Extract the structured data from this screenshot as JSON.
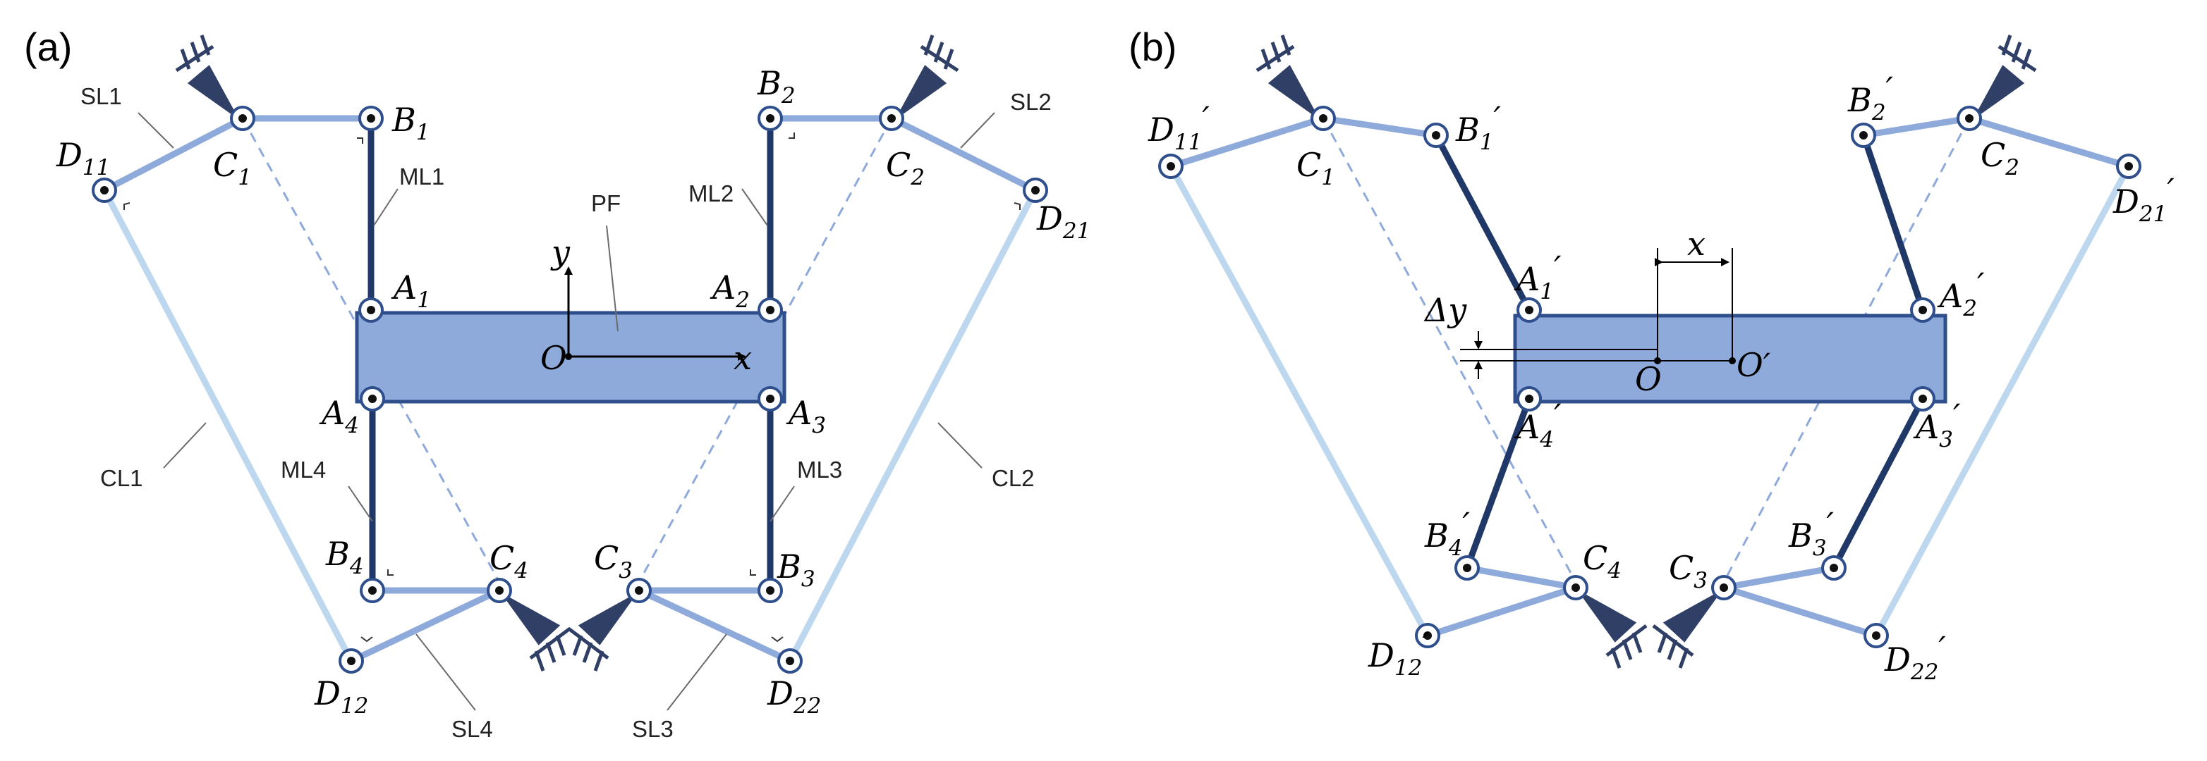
{
  "panels": [
    {
      "id": "a",
      "label": "(a)",
      "links": {
        "SL1": "SL1",
        "SL2": "SL2",
        "SL3": "SL3",
        "SL4": "SL4",
        "ML1": "ML1",
        "ML2": "ML2",
        "ML3": "ML3",
        "ML4": "ML4",
        "CL1": "CL1",
        "CL2": "CL2",
        "PF": "PF"
      },
      "points": {
        "A1": {
          "base": "A",
          "sub": "1",
          "prime": false
        },
        "A2": {
          "base": "A",
          "sub": "2",
          "prime": false
        },
        "A3": {
          "base": "A",
          "sub": "3",
          "prime": false
        },
        "A4": {
          "base": "A",
          "sub": "4",
          "prime": false
        },
        "B1": {
          "base": "B",
          "sub": "1",
          "prime": false
        },
        "B2": {
          "base": "B",
          "sub": "2",
          "prime": false
        },
        "B3": {
          "base": "B",
          "sub": "3",
          "prime": false
        },
        "B4": {
          "base": "B",
          "sub": "4",
          "prime": false
        },
        "C1": {
          "base": "C",
          "sub": "1",
          "prime": false
        },
        "C2": {
          "base": "C",
          "sub": "2",
          "prime": false
        },
        "C3": {
          "base": "C",
          "sub": "3",
          "prime": false
        },
        "C4": {
          "base": "C",
          "sub": "4",
          "prime": false
        },
        "D11": {
          "base": "D",
          "sub": "11",
          "prime": false
        },
        "D12": {
          "base": "D",
          "sub": "12",
          "prime": false
        },
        "D21": {
          "base": "D",
          "sub": "21",
          "prime": false
        },
        "D22": {
          "base": "D",
          "sub": "22",
          "prime": false
        }
      },
      "axes": {
        "x": "x",
        "y": "y",
        "origin": "O"
      }
    },
    {
      "id": "b",
      "label": "(b)",
      "points": {
        "A1": {
          "base": "A",
          "sub": "1",
          "prime": true
        },
        "A2": {
          "base": "A",
          "sub": "2",
          "prime": true
        },
        "A3": {
          "base": "A",
          "sub": "3",
          "prime": true
        },
        "A4": {
          "base": "A",
          "sub": "4",
          "prime": true
        },
        "B1": {
          "base": "B",
          "sub": "1",
          "prime": true
        },
        "B2": {
          "base": "B",
          "sub": "2",
          "prime": true
        },
        "B3": {
          "base": "B",
          "sub": "3",
          "prime": true
        },
        "B4": {
          "base": "B",
          "sub": "4",
          "prime": true
        },
        "C1": {
          "base": "C",
          "sub": "1",
          "prime": false
        },
        "C2": {
          "base": "C",
          "sub": "2",
          "prime": false
        },
        "C3": {
          "base": "C",
          "sub": "3",
          "prime": false
        },
        "C4": {
          "base": "C",
          "sub": "4",
          "prime": false
        },
        "D11": {
          "base": "D",
          "sub": "11",
          "prime": true
        },
        "D12": {
          "base": "D",
          "sub": "12",
          "prime": true
        },
        "D21": {
          "base": "D",
          "sub": "21",
          "prime": true
        },
        "D22": {
          "base": "D",
          "sub": "22",
          "prime": true
        }
      },
      "dims": {
        "x": "x",
        "dy": "Δy",
        "origin": "O",
        "origin_moved": "O′"
      }
    }
  ],
  "colors": {
    "platform_fill": "#8eaadb",
    "platform_stroke": "#2f4f8c",
    "main_link": "#1f3868",
    "short_link": "#8eaadb",
    "long_link": "#bdd7ee",
    "ground": "#2f3f66",
    "dashed": "#8eaadb"
  }
}
